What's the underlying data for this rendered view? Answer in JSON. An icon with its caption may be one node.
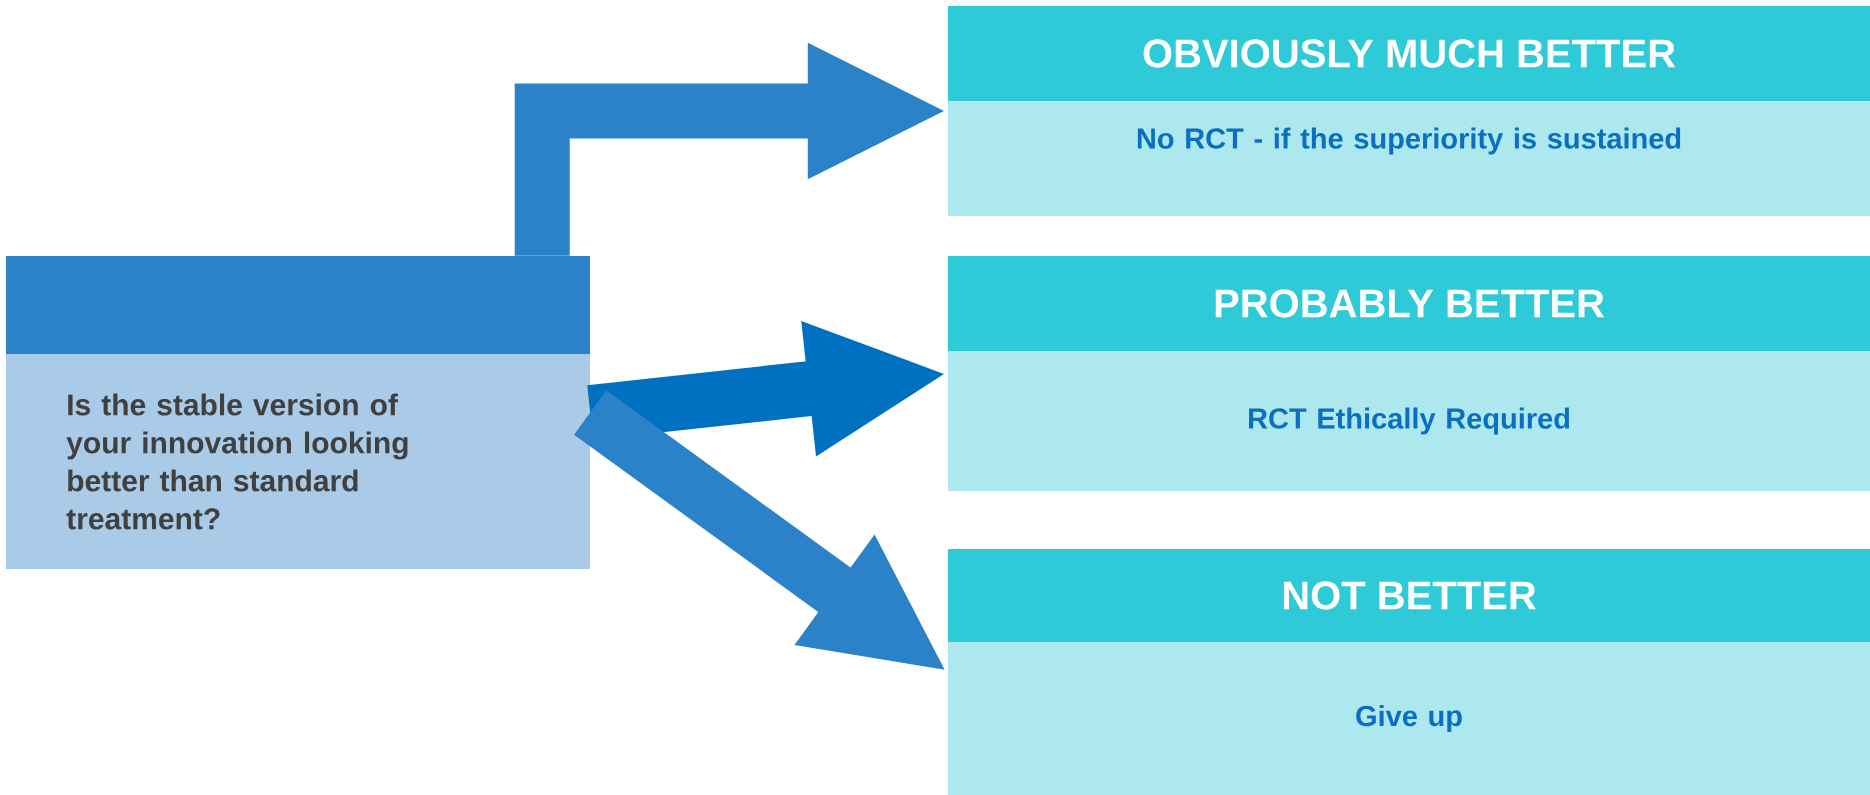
{
  "diagram": {
    "nodes": [
      {
        "text": [
          "Is the stable version of your innovation looking better than standard treatment?"
        ]
      },
      {
        "text": [
          "OBVIOUSLY MUCH BETTER",
          "No RCT - if the superiority is sustained"
        ]
      },
      {
        "text": [
          "PROBABLY BETTER",
          "RCT Ethically Required"
        ]
      },
      {
        "text": [
          "NOT BETTER",
          "Give up"
        ]
      }
    ],
    "edges": [
      {
        "from": 0,
        "to": 1,
        "arrow": "to"
      },
      {
        "from": 0,
        "to": 2,
        "arrow": "to",
        "color": "#0070c0"
      },
      {
        "from": 0,
        "to": 3,
        "arrow": "to"
      }
    ]
  }
}
